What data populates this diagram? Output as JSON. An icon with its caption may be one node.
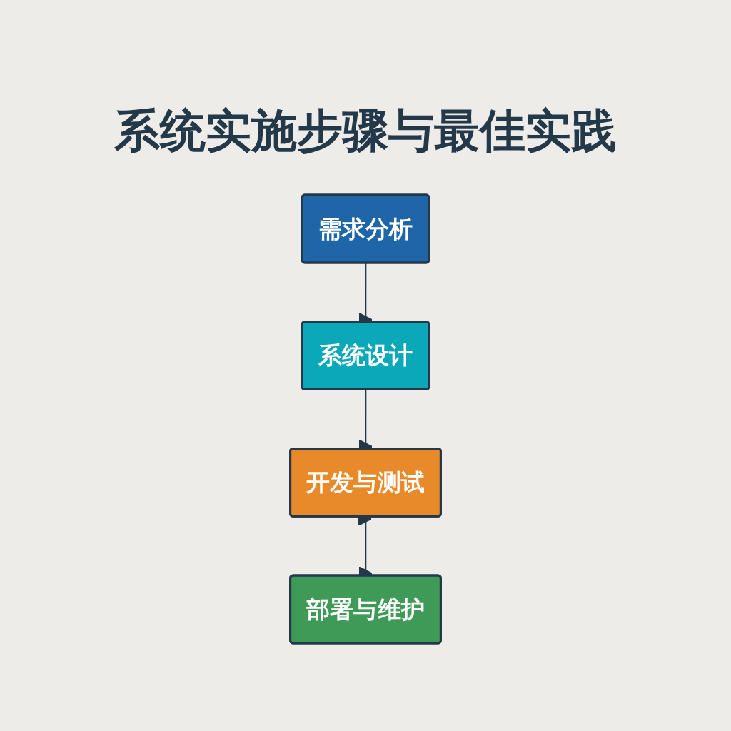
{
  "diagram": {
    "title": "系统实施步骤与最佳实践",
    "nodes": [
      {
        "text": [
          "需求分析"
        ]
      },
      {
        "text": [
          "系统设计"
        ]
      },
      {
        "text": [
          "开发与测试"
        ]
      },
      {
        "text": [
          "部署与维护"
        ]
      }
    ],
    "edges": [
      {
        "from": 0,
        "to": 1,
        "arrow": "to"
      },
      {
        "from": 1,
        "to": 2,
        "arrow": "to"
      },
      {
        "from": 2,
        "to": 3,
        "arrow": "both"
      }
    ]
  }
}
